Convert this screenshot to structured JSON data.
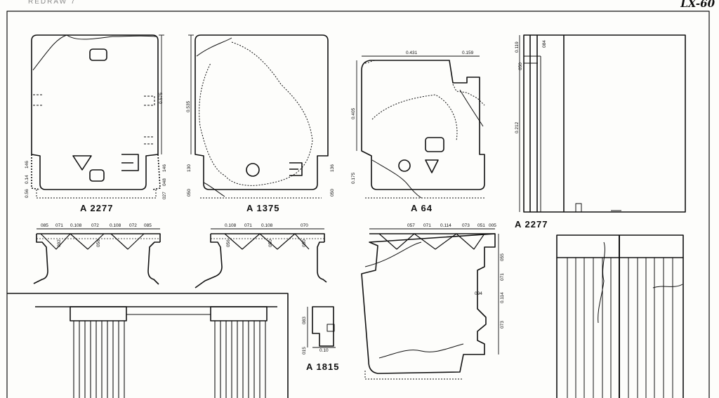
{
  "header": {
    "redraw_note": "REDRAW 7",
    "sheet_id": "LX-60"
  },
  "captions": {
    "block1": "A 2277",
    "block2": "A 1375",
    "block3": "A 64",
    "elevation": "A 2277",
    "fragment": "A 1815"
  },
  "dims": {
    "b1_right": "0.575",
    "b1_l1": "146",
    "b1_l2": "0.14",
    "b1_l3": "0.56",
    "b1_r1": "146",
    "b1_r2": "048",
    "b1_r3": "027",
    "b2_left": "0.535",
    "b2_l1": "130",
    "b2_l2": "050",
    "b2_r1": "136",
    "b2_r2": "050",
    "b3_top1": "0.431",
    "b3_top2": "0.159",
    "b3_left": "0.405",
    "b3_l2": "0.175",
    "elev_1": "0.119",
    "elev_2": "0.212",
    "elev_3": "084",
    "elev_4": "050",
    "p1": [
      "085",
      "071",
      "0.108",
      "072",
      "0.108",
      "072",
      "085"
    ],
    "p1_v": [
      "092",
      "056"
    ],
    "p2": [
      "0.108",
      "071",
      "0.108",
      "070"
    ],
    "p2_v": [
      "056",
      "050",
      "050"
    ],
    "p3": [
      "057",
      "071",
      "0.114",
      "073",
      "051",
      "005"
    ],
    "p3_side": [
      "055",
      "071",
      "0.114",
      "094",
      "073"
    ],
    "frag_1": "083",
    "frag_2": "015",
    "frag_3": "0.10"
  }
}
